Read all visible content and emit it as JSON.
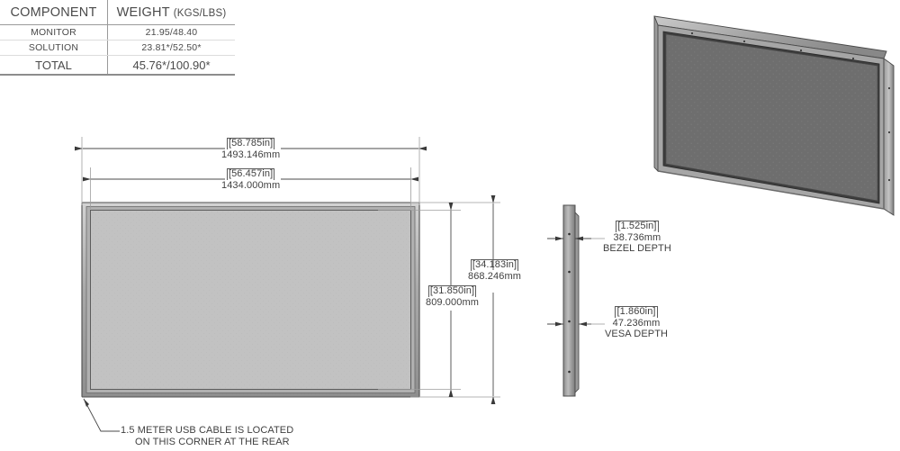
{
  "weight_table": {
    "headers": [
      "COMPONENT",
      "WEIGHT",
      "(KGS/LBS)"
    ],
    "rows": [
      {
        "component": "MONITOR",
        "weight": "21.95/48.40"
      },
      {
        "component": "SOLUTION",
        "weight": "23.81*/52.50*"
      }
    ],
    "total": {
      "component": "TOTAL",
      "weight": "45.76*/100.90*"
    }
  },
  "front_view": {
    "overall_width": {
      "inches": "[58.785in]",
      "mm": "1493.146mm"
    },
    "screen_width": {
      "inches": "[56.457in]",
      "mm": "1434.000mm"
    },
    "overall_height": {
      "inches": "[34.183in]",
      "mm": "868.246mm"
    },
    "screen_height": {
      "inches": "[31.850in]",
      "mm": "809.000mm"
    },
    "corner_note_line1": "1.5 METER USB CABLE IS LOCATED",
    "corner_note_line2": "ON THIS CORNER AT THE REAR"
  },
  "side_view": {
    "bezel_depth": {
      "inches": "[1.525in]",
      "mm": "38.736mm",
      "label": "BEZEL DEPTH"
    },
    "vesa_depth": {
      "inches": "[1.860in]",
      "mm": "47.236mm",
      "label": "VESA DEPTH"
    }
  },
  "colors": {
    "screen_front": "#c2c2c2",
    "screen_iso": "#6e6e6e",
    "bezel_light": "#b9b9b9",
    "bezel_dark": "#7c7c7c",
    "line": "#555555",
    "thin_line": "#9a9a9a"
  }
}
